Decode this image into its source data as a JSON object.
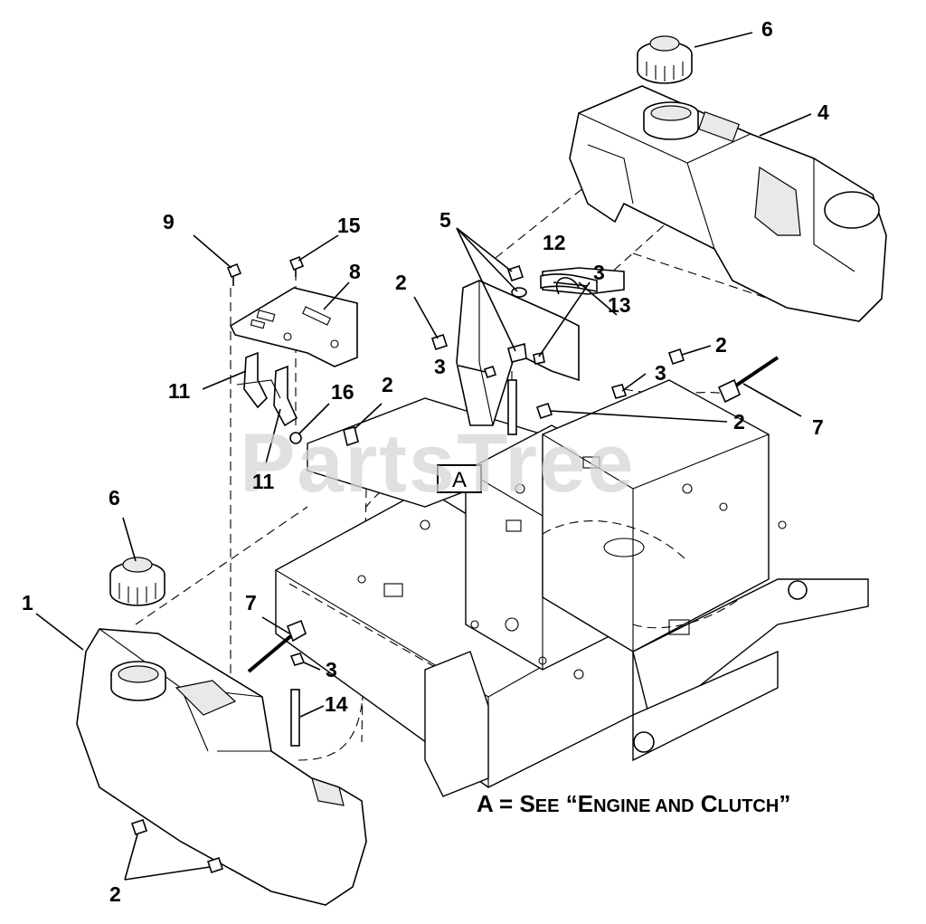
{
  "watermark": "PartsTree",
  "reference_box": "A",
  "note": {
    "prefix": "A = S",
    "w1_small": "EE",
    "quote_open": " “E",
    "w2_small": "NGINE AND",
    "w3_cap": " C",
    "w3_small": "LUTCH",
    "quote_close": "”"
  },
  "callouts": [
    {
      "id": "c6-top",
      "label": "6"
    },
    {
      "id": "c4",
      "label": "4"
    },
    {
      "id": "c5",
      "label": "5"
    },
    {
      "id": "c12",
      "label": "12"
    },
    {
      "id": "c3-a",
      "label": "3"
    },
    {
      "id": "c13",
      "label": "13"
    },
    {
      "id": "c2-a",
      "label": "2"
    },
    {
      "id": "c3-b",
      "label": "3"
    },
    {
      "id": "c2-b",
      "label": "2"
    },
    {
      "id": "c3-c",
      "label": "3"
    },
    {
      "id": "c2-c",
      "label": "2"
    },
    {
      "id": "c7-right",
      "label": "7"
    },
    {
      "id": "c9",
      "label": "9"
    },
    {
      "id": "c15",
      "label": "15"
    },
    {
      "id": "c8",
      "label": "8"
    },
    {
      "id": "c11-a",
      "label": "11"
    },
    {
      "id": "c16",
      "label": "16"
    },
    {
      "id": "c2-d",
      "label": "2"
    },
    {
      "id": "c11-b",
      "label": "11"
    },
    {
      "id": "c6-left",
      "label": "6"
    },
    {
      "id": "c1",
      "label": "1"
    },
    {
      "id": "c7-left",
      "label": "7"
    },
    {
      "id": "c3-d",
      "label": "3"
    },
    {
      "id": "c14",
      "label": "14"
    },
    {
      "id": "c2-e",
      "label": "2"
    }
  ]
}
